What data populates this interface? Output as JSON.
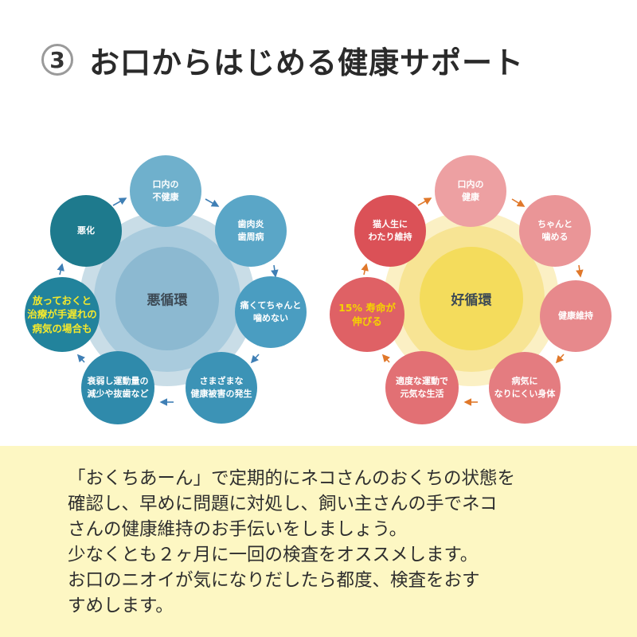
{
  "header": {
    "number": "3",
    "title": "お口からはじめる健康サポート"
  },
  "vicious_cycle": {
    "center_label": "悪循環",
    "colors": {
      "outer_ring": "#c9dde7",
      "middle_ring": "#a9cbdd",
      "inner_ring": "#8cb9d1",
      "highlight_text": "#f5e92c",
      "arrow": "#3f7fb5"
    },
    "nodes": [
      {
        "label": "口内の\n不健康",
        "color": "#6fb0cc"
      },
      {
        "label": "歯肉炎\n歯周病",
        "color": "#5aa6c7"
      },
      {
        "label": "痛くてちゃんと\n噛めない",
        "color": "#4a9dc1"
      },
      {
        "label": "さまざまな\n健康被害の発生",
        "color": "#3c93b6"
      },
      {
        "label": "衰弱し運動量の\n減少や抜歯など",
        "color": "#2f8aab"
      },
      {
        "label": "放っておくと\n治療が手遅れの\n病気の場合も",
        "color": "#22839c",
        "highlight": true
      },
      {
        "label": "悪化",
        "color": "#1e7a8d"
      }
    ]
  },
  "virtuous_cycle": {
    "center_label": "好循環",
    "colors": {
      "outer_ring": "#fbf0c4",
      "middle_ring": "#f7e494",
      "inner_ring": "#f4dc5c",
      "highlight_text": "#f5d300",
      "arrow": "#e0782a"
    },
    "nodes": [
      {
        "label": "口内の\n健康",
        "color": "#eda0a2"
      },
      {
        "label": "ちゃんと\n噛める",
        "color": "#ea9597"
      },
      {
        "label": "健康維持",
        "color": "#e7898c"
      },
      {
        "label": "病気に\nなりにくい身体",
        "color": "#e47c80"
      },
      {
        "label": "適度な運動で\n元気な生活",
        "color": "#e27074"
      },
      {
        "label": "15% 寿命が\n伸びる",
        "color": "#df6165",
        "highlight": true
      },
      {
        "label": "猫人生に\nわたり維持",
        "color": "#db5157"
      }
    ]
  },
  "note": {
    "background": "#fdf7c3",
    "lines": [
      "「おくちあーん」で定期的にネコさんのおくちの状態を",
      "確認し、早めに問題に対処し、飼い主さんの手でネコ",
      "さんの健康維持のお手伝いをしましょう。",
      "少なくとも２ヶ月に一回の検査をオススメします。",
      "お口のニオイが気になりだしたら都度、検査をおす",
      "すめします。"
    ]
  }
}
